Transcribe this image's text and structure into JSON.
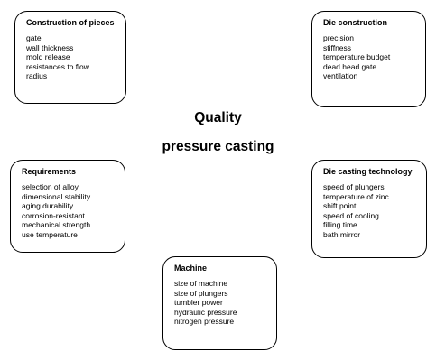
{
  "center": {
    "line1": "Quality",
    "line2": "pressure casting"
  },
  "boxes": {
    "construction_of_pieces": {
      "title": "Construction of pieces",
      "items": [
        "gate",
        "wall thickness",
        "mold release",
        "resistances to flow",
        "radius"
      ]
    },
    "die_construction": {
      "title": "Die construction",
      "items": [
        "precision",
        "stiffness",
        "temperature budget",
        "dead head gate",
        "ventilation"
      ]
    },
    "requirements": {
      "title": "Requirements",
      "items": [
        "selection of alloy",
        "dimensional stability",
        "aging durability",
        "corrosion-resistant",
        "mechanical strength",
        "use temperature"
      ]
    },
    "die_casting_technology": {
      "title": "Die casting technology",
      "items": [
        "speed of plungers",
        "temperature of zinc",
        "shift point",
        "speed of cooling",
        "filling time",
        "bath mirror"
      ]
    },
    "machine": {
      "title": "Machine",
      "items": [
        "size of machine",
        "size of plungers",
        "tumbler power",
        "hydraulic pressure",
        "nitrogen pressure"
      ]
    }
  }
}
